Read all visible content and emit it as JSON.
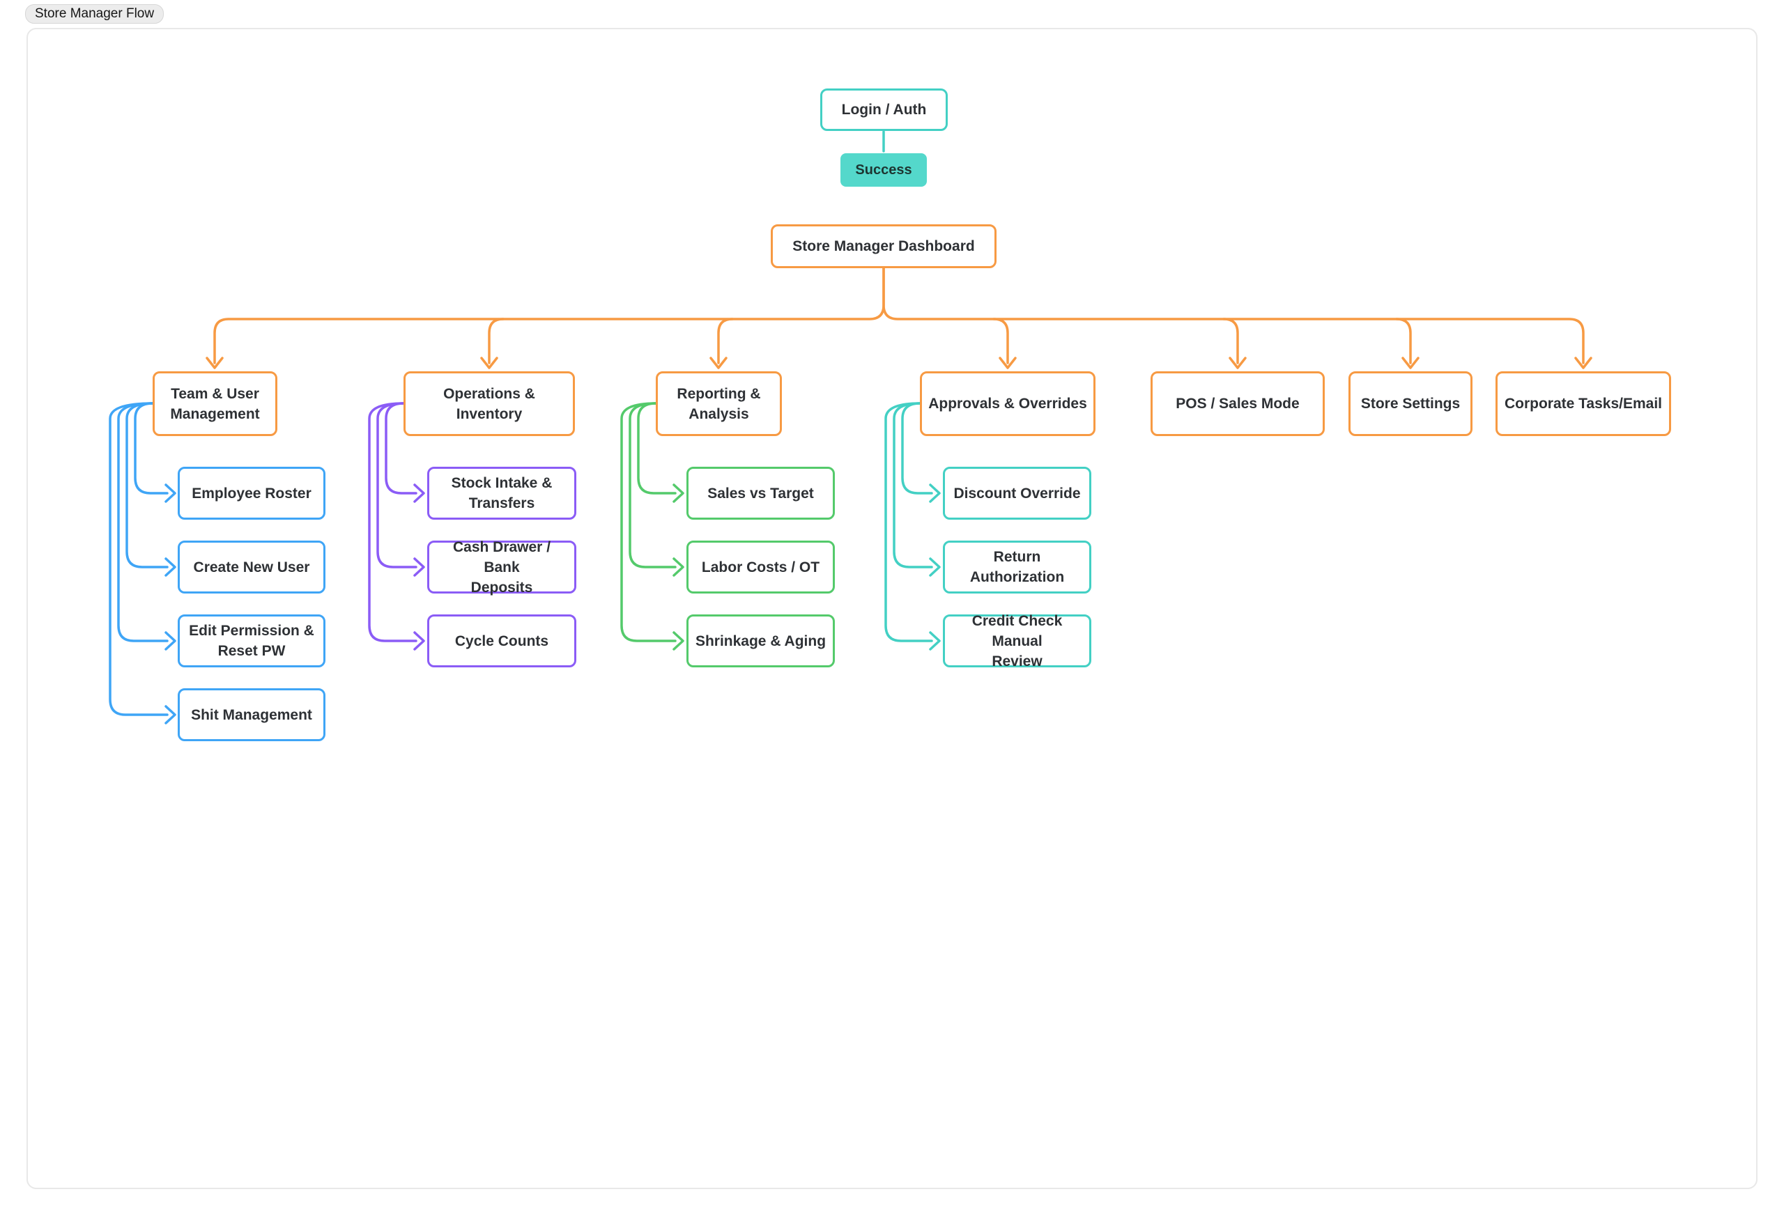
{
  "tab": {
    "label": "Store Manager Flow"
  },
  "colors": {
    "orange": "#F79A43",
    "blue": "#3FA5F6",
    "purple": "#8B5CF6",
    "green": "#54CA6B",
    "teal": "#43D0C4",
    "success_bg": "#54D8CB",
    "text": "#2E3135"
  },
  "flow": {
    "login": {
      "label": "Login / Auth"
    },
    "success": {
      "label": "Success"
    },
    "dashboard": {
      "label": "Store Manager Dashboard"
    },
    "branches": {
      "team": {
        "label": "Team & User\nManagement",
        "children": {
          "roster": {
            "label": "Employee Roster"
          },
          "create": {
            "label": "Create New User"
          },
          "permission": {
            "label": "Edit Permission &\nReset PW"
          },
          "shift": {
            "label": "Shit Management"
          }
        }
      },
      "operations": {
        "label": "Operations & Inventory",
        "children": {
          "stock": {
            "label": "Stock Intake &\nTransfers"
          },
          "cash": {
            "label": "Cash Drawer / Bank\nDeposits"
          },
          "cycle": {
            "label": "Cycle Counts"
          }
        }
      },
      "reporting": {
        "label": "Reporting &\nAnalysis",
        "children": {
          "sales": {
            "label": "Sales vs Target"
          },
          "labor": {
            "label": "Labor Costs / OT"
          },
          "shrinkage": {
            "label": "Shrinkage & Aging"
          }
        }
      },
      "approvals": {
        "label": "Approvals & Overrides",
        "children": {
          "discount": {
            "label": "Discount Override"
          },
          "return": {
            "label": "Return\nAuthorization"
          },
          "credit": {
            "label": "Credit Check Manual\nReview"
          }
        }
      },
      "pos": {
        "label": "POS / Sales Mode"
      },
      "settings": {
        "label": "Store Settings"
      },
      "corporate": {
        "label": "Corporate Tasks/Email"
      }
    }
  }
}
